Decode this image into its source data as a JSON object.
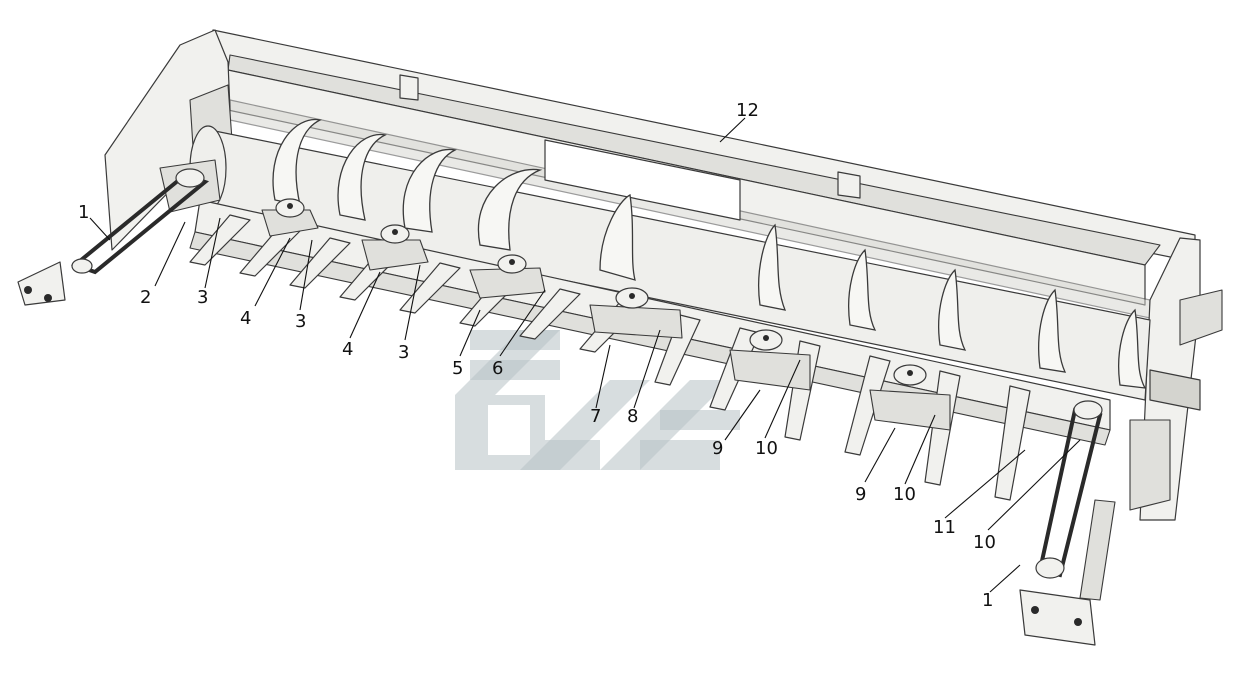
{
  "figure": {
    "callouts": [
      {
        "id": "c1a",
        "label": "1"
      },
      {
        "id": "c2",
        "label": "2"
      },
      {
        "id": "c3a",
        "label": "3"
      },
      {
        "id": "c3b",
        "label": "3"
      },
      {
        "id": "c3c",
        "label": "3"
      },
      {
        "id": "c4a",
        "label": "4"
      },
      {
        "id": "c4b",
        "label": "4"
      },
      {
        "id": "c5",
        "label": "5"
      },
      {
        "id": "c6",
        "label": "6"
      },
      {
        "id": "c7",
        "label": "7"
      },
      {
        "id": "c8",
        "label": "8"
      },
      {
        "id": "c9a",
        "label": "9"
      },
      {
        "id": "c9b",
        "label": "9"
      },
      {
        "id": "c10a",
        "label": "10"
      },
      {
        "id": "c10b",
        "label": "10"
      },
      {
        "id": "c10c",
        "label": "10"
      },
      {
        "id": "c11",
        "label": "11"
      },
      {
        "id": "c1b",
        "label": "1"
      },
      {
        "id": "c12",
        "label": "12"
      }
    ]
  },
  "colors": {
    "line": "#3a3a3a",
    "steel": "#f1f1ee",
    "watermark": "#b7c1c4"
  }
}
